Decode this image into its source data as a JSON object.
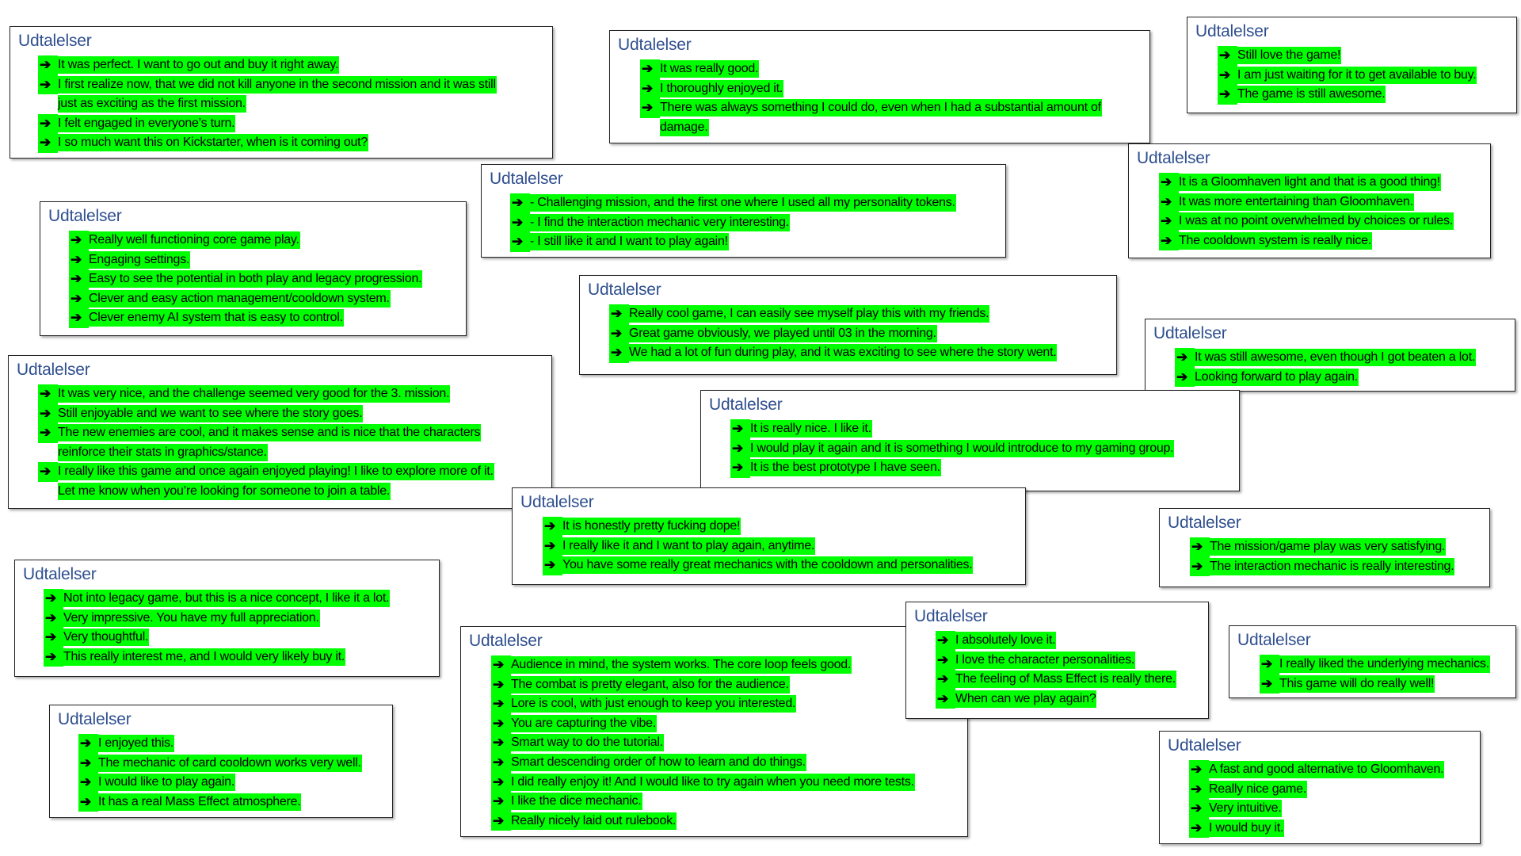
{
  "bullet_icon": "arrow-right-icon",
  "highlight_color": "#00ff00",
  "title_color": "#2f4f8f",
  "boxes": [
    {
      "title": "Udtalelser",
      "items": [
        [
          "It was perfect. I want to go out and buy it right away."
        ],
        [
          "I first realize now, that we did not kill anyone in the second mission and it was still",
          "just as exciting as the first mission."
        ],
        [
          "I felt engaged in everyone’s turn."
        ],
        [
          "I so much want this on Kickstarter, when is it coming out?"
        ]
      ]
    },
    {
      "title": "Udtalelser",
      "items": [
        [
          "It was really good."
        ],
        [
          "I thoroughly enjoyed it."
        ],
        [
          "There was always something I could do, even when I had a substantial amount of",
          "damage."
        ]
      ]
    },
    {
      "title": "Udtalelser",
      "items": [
        [
          "Still love the game!"
        ],
        [
          "I am just waiting for it to get available to buy."
        ],
        [
          "The game is still awesome."
        ]
      ]
    },
    {
      "title": "Udtalelser",
      "items": [
        [
          "- Challenging mission, and the first one where I used all my personality tokens."
        ],
        [
          "- I find the interaction mechanic very interesting."
        ],
        [
          "- I still like it and I want to play again!"
        ]
      ]
    },
    {
      "title": "Udtalelser",
      "items": [
        [
          "It is a Gloomhaven light and that is a good thing!"
        ],
        [
          "It was more entertaining than Gloomhaven."
        ],
        [
          "I was at no point overwhelmed by choices or rules."
        ],
        [
          "The cooldown system is really nice."
        ]
      ]
    },
    {
      "title": "Udtalelser",
      "items": [
        [
          "Really well functioning core game play."
        ],
        [
          "Engaging settings."
        ],
        [
          "Easy to see the potential in both play and legacy progression."
        ],
        [
          "Clever and easy action management/cooldown system."
        ],
        [
          "Clever enemy AI system that is easy to control."
        ]
      ]
    },
    {
      "title": "Udtalelser",
      "items": [
        [
          "Really cool game, I can easily see myself play this with my friends."
        ],
        [
          "Great game obviously, we played until 03 in the morning."
        ],
        [
          "We had a lot of fun during play, and it was exciting to see where the story went."
        ]
      ]
    },
    {
      "title": "Udtalelser",
      "items": [
        [
          "It was still awesome, even though I got beaten a lot."
        ],
        [
          "Looking forward to play again."
        ]
      ]
    },
    {
      "title": "Udtalelser",
      "items": [
        [
          "It was very nice, and the challenge seemed very good for the 3. mission."
        ],
        [
          "Still enjoyable and we want to see where the story goes."
        ],
        [
          "The new enemies are cool, and it makes sense and is nice that the characters",
          "reinforce their stats in graphics/stance."
        ],
        [
          "I really like this game and once again enjoyed playing! I like to explore more of it.",
          "Let me know when you’re looking for someone to join a table."
        ]
      ]
    },
    {
      "title": "Udtalelser",
      "items": [
        [
          "It is really nice. I like it."
        ],
        [
          "I would play it again and it is something I would introduce to my gaming group."
        ],
        [
          "It is the best prototype I have seen."
        ]
      ]
    },
    {
      "title": "Udtalelser",
      "items": [
        [
          "It is honestly pretty fucking dope!"
        ],
        [
          "I really like it and I want to play again, anytime."
        ],
        [
          "You have some really great mechanics with the cooldown and personalities."
        ]
      ]
    },
    {
      "title": "Udtalelser",
      "items": [
        [
          "The mission/game play was very satisfying."
        ],
        [
          "The interaction mechanic is really interesting."
        ]
      ]
    },
    {
      "title": "Udtalelser",
      "items": [
        [
          "Not into legacy game, but this is a nice concept, I like it a lot."
        ],
        [
          "Very impressive. You have my full appreciation."
        ],
        [
          "Very thoughtful."
        ],
        [
          "This really interest me, and I would very likely buy it."
        ]
      ]
    },
    {
      "title": "Udtalelser",
      "items": [
        [
          "I absolutely love it."
        ],
        [
          "I love the character personalities."
        ],
        [
          "The feeling of Mass Effect is really there."
        ],
        [
          "When can we play again?"
        ]
      ]
    },
    {
      "title": "Udtalelser",
      "items": [
        [
          "I really liked the underlying mechanics."
        ],
        [
          "This game will do really well!"
        ]
      ]
    },
    {
      "title": "Udtalelser",
      "items": [
        [
          "Audience in mind, the system works. The core loop feels good."
        ],
        [
          "The combat is pretty elegant, also for the audience."
        ],
        [
          "Lore is cool, with just enough to keep you interested."
        ],
        [
          "You are capturing the vibe."
        ],
        [
          "Smart way to do the tutorial."
        ],
        [
          "Smart descending order of how to learn and do things."
        ],
        [
          "I did really enjoy it! And I would like to try again when you need more tests."
        ],
        [
          "I like the dice mechanic."
        ],
        [
          "Really nicely laid out rulebook."
        ]
      ]
    },
    {
      "title": "Udtalelser",
      "items": [
        [
          "I enjoyed this."
        ],
        [
          "The mechanic of card cooldown works very well."
        ],
        [
          "I would like to play again."
        ],
        [
          "It has a real Mass Effect atmosphere."
        ]
      ]
    },
    {
      "title": "Udtalelser",
      "items": [
        [
          "A fast and good alternative to Gloomhaven."
        ],
        [
          "Really nice game."
        ],
        [
          "Very intuitive."
        ],
        [
          "I would buy it."
        ]
      ]
    }
  ]
}
